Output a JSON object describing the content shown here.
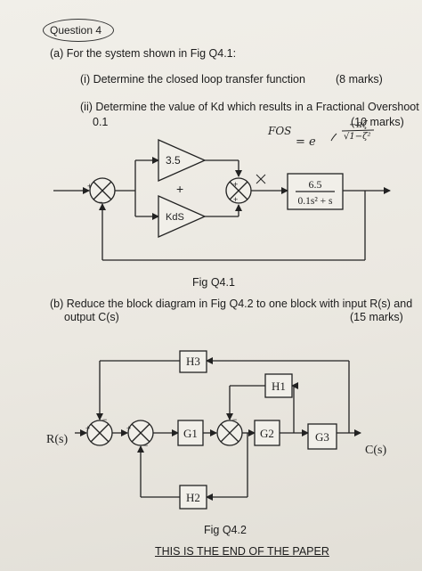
{
  "question": {
    "title": "Question 4"
  },
  "part_a": {
    "intro": "(a) For the system shown in Fig Q4.1:",
    "i_text": "(i) Determine the closed loop transfer function",
    "i_marks": "(8 marks)",
    "ii_text_line1": "(ii) Determine the value of Kd which results in a Fractional Overshoot of",
    "ii_text_line2": "0.1",
    "ii_marks": "(10 marks)",
    "handwritten_fos": "FOS",
    "handwritten_eq": "= e",
    "handwritten_exp_num": "−πζ",
    "handwritten_exp_den": "√1−ζ²"
  },
  "fig1": {
    "caption": "Fig Q4.1",
    "gain_label": "3.5",
    "deriv_label": "KdS",
    "plus_between": "+",
    "plant_num": "6.5",
    "plant_den": "0.1s² + s",
    "sum1_plus": "+",
    "sum1_minus": "−",
    "sum2_plus_top": "+",
    "sum2_plus_bottom": "+"
  },
  "part_b": {
    "text_line1": "(b) Reduce the block diagram in Fig Q4.2 to one block with input R(s) and",
    "text_line2": "output C(s)",
    "marks": "(15 marks)"
  },
  "fig2": {
    "caption": "Fig Q4.2",
    "input_label": "R(s)",
    "output_label": "C(s)",
    "H3": "H3",
    "H1": "H1",
    "H2": "H2",
    "G1": "G1",
    "G2": "G2",
    "G3": "G3",
    "s1_plus": "+",
    "s1_minus": "−",
    "s2_plus": "+",
    "s2_minus": "−",
    "s3_minus": "−"
  },
  "footer": {
    "end_text": "THIS IS THE END OF THE PAPER"
  }
}
